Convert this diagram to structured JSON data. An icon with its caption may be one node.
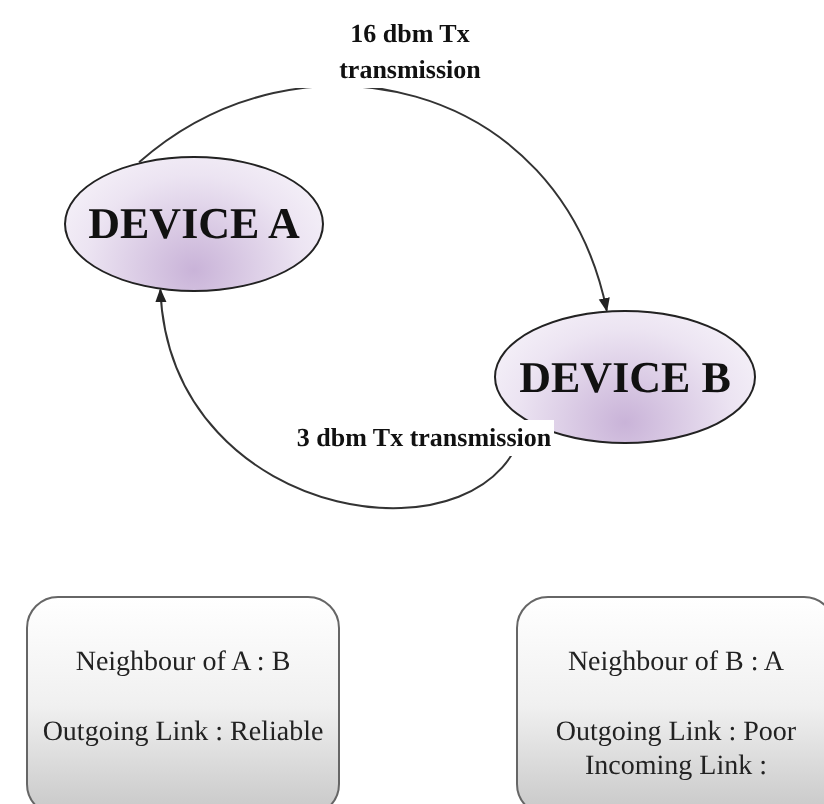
{
  "diagram": {
    "nodes": [
      {
        "text": [
          "DEVICE A"
        ]
      },
      {
        "text": [
          "DEVICE B"
        ]
      },
      {
        "text": [
          "Neighbour of A : B",
          "Outgoing Link : Reliable"
        ]
      },
      {
        "text": [
          "Neighbour of B : A",
          "Outgoing Link : Poor",
          "Incoming Link :"
        ]
      }
    ],
    "edges": [
      {
        "from": 0,
        "to": 1,
        "arrow": "to",
        "label": "16 dbm Tx transmission"
      },
      {
        "from": 1,
        "to": 0,
        "arrow": "to",
        "label": "3 dbm Tx transmission"
      }
    ]
  }
}
